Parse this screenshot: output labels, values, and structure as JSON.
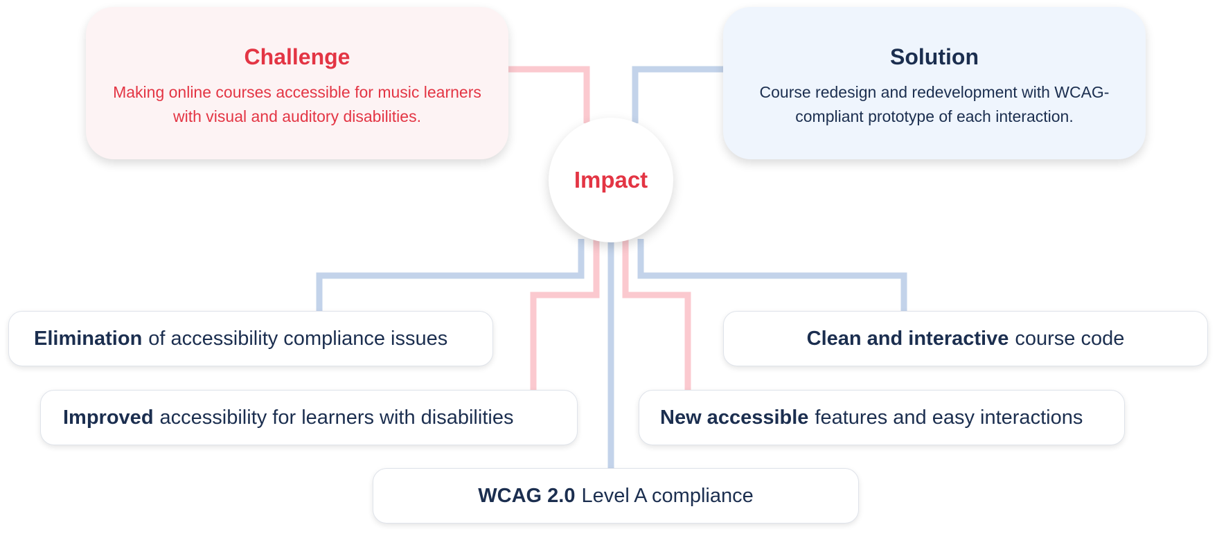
{
  "challenge": {
    "title": "Challenge",
    "text": "Making online courses accessible for music learners with visual and auditory disabilities."
  },
  "solution": {
    "title": "Solution",
    "text": "Course redesign and redevelopment with WCAG-compliant prototype of each interaction."
  },
  "impact": {
    "label": "Impact"
  },
  "outcomes": [
    {
      "bold": "Elimination",
      "rest": "of accessibility compliance issues"
    },
    {
      "bold": "Clean and interactive",
      "rest": "course code"
    },
    {
      "bold": "Improved",
      "rest": "accessibility for learners with disabilities"
    },
    {
      "bold": "New accessible",
      "rest": "features and easy interactions"
    },
    {
      "bold": "WCAG 2.0",
      "rest": "Level A compliance"
    }
  ],
  "colors": {
    "accent_red": "#e33544",
    "navy": "#1b2e4f",
    "connector_red": "#fbc9cf",
    "connector_blue": "#c3d3ea",
    "challenge_bg": "#fdf3f4",
    "solution_bg": "#eff5fd"
  }
}
